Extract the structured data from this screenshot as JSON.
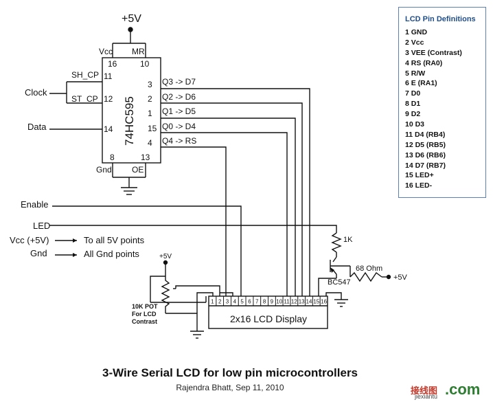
{
  "schematic": {
    "supply_top": "+5V",
    "chip": {
      "name": "74HC595",
      "vcc": "Vcc",
      "mr": "MR",
      "gnd": "Gnd",
      "oe": "OE",
      "pin16": "16",
      "pin10": "10",
      "pin11": "11",
      "pin12": "12",
      "pin14": "14",
      "pin8": "8",
      "pin13": "13",
      "pin3": "3",
      "pin2": "2",
      "pin1": "1",
      "pin15": "15",
      "pin4": "4",
      "sh_cp": "SH_CP",
      "st_cp": "ST_CP",
      "q3": "Q3 -> D7",
      "q2": "Q2 -> D6",
      "q1": "Q1 -> D5",
      "q0": "Q0 -> D4",
      "q4": "Q4 -> RS"
    },
    "inputs": {
      "clock": "Clock",
      "data": "Data",
      "enable": "Enable",
      "led": "LED",
      "vcc": "Vcc (+5V)",
      "gnd": "Gnd",
      "vcc_note": "To all 5V points",
      "gnd_note": "All Gnd points"
    },
    "pot": {
      "supply": "+5V",
      "line1": "10K POT",
      "line2": "For LCD",
      "line3": "Contrast"
    },
    "resistor": "1K",
    "transistor": "BC547",
    "resistor2": "68 Ohm",
    "supply_right": "+5V",
    "lcd": {
      "label": "2x16 LCD Display",
      "pins": [
        "1",
        "2",
        "3",
        "4",
        "5",
        "6",
        "7",
        "8",
        "9",
        "10",
        "11",
        "12",
        "13",
        "14",
        "15",
        "16"
      ]
    }
  },
  "legend": {
    "title": "LCD Pin Definitions",
    "items": [
      "1  GND",
      "2  Vcc",
      "3  VEE (Contrast)",
      "4  RS (RA0)",
      "5  R/W",
      "6  E (RA1)",
      "7  D0",
      "8  D1",
      "9  D2",
      "10  D3",
      "11  D4 (RB4)",
      "12  D5 (RB5)",
      "13  D6 (RB6)",
      "14  D7 (RB7)",
      "15  LED+",
      "16  LED-"
    ]
  },
  "caption": {
    "title": "3-Wire Serial LCD for low pin microcontrollers",
    "subtitle": "Rajendra Bhatt, Sep 11, 2010"
  },
  "watermark": {
    "cn": "接线图",
    "en": "jiexiantu",
    "com": ".com"
  }
}
